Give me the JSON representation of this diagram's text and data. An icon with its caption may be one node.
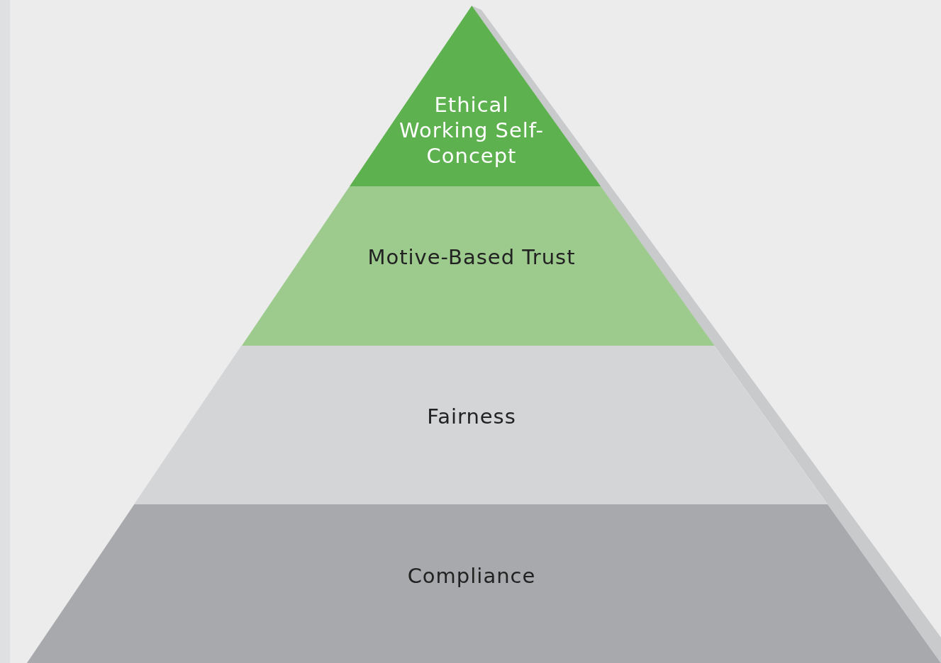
{
  "diagram": {
    "nodes": [
      {
        "text": [
          "Ethical Working Self-Concept"
        ]
      },
      {
        "text": [
          "Motive-Based Trust"
        ]
      },
      {
        "text": [
          "Fairness"
        ]
      },
      {
        "text": [
          "Compliance"
        ]
      }
    ]
  }
}
